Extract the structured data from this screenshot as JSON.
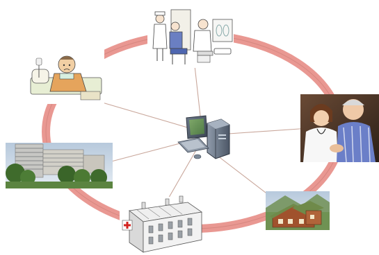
{
  "diagram": {
    "ring_color": "#e99892",
    "ring_stroke_color": "#c97b74",
    "spoke_color": "#c9a79b",
    "hub": {
      "icon": "desktop-computer-icon"
    },
    "nodes": [
      {
        "name": "doctor-examining-patient",
        "icon": "clinic-examination-icon"
      },
      {
        "name": "patient-in-bed",
        "icon": "sick-patient-icon"
      },
      {
        "name": "nurse-with-elderly-man",
        "icon": "caregiver-photo-icon"
      },
      {
        "name": "hospital-building",
        "icon": "hospital-photo-icon"
      },
      {
        "name": "clinic-with-red-cross",
        "icon": "clinic-building-icon"
      },
      {
        "name": "home-house",
        "icon": "home-photo-icon"
      }
    ]
  }
}
